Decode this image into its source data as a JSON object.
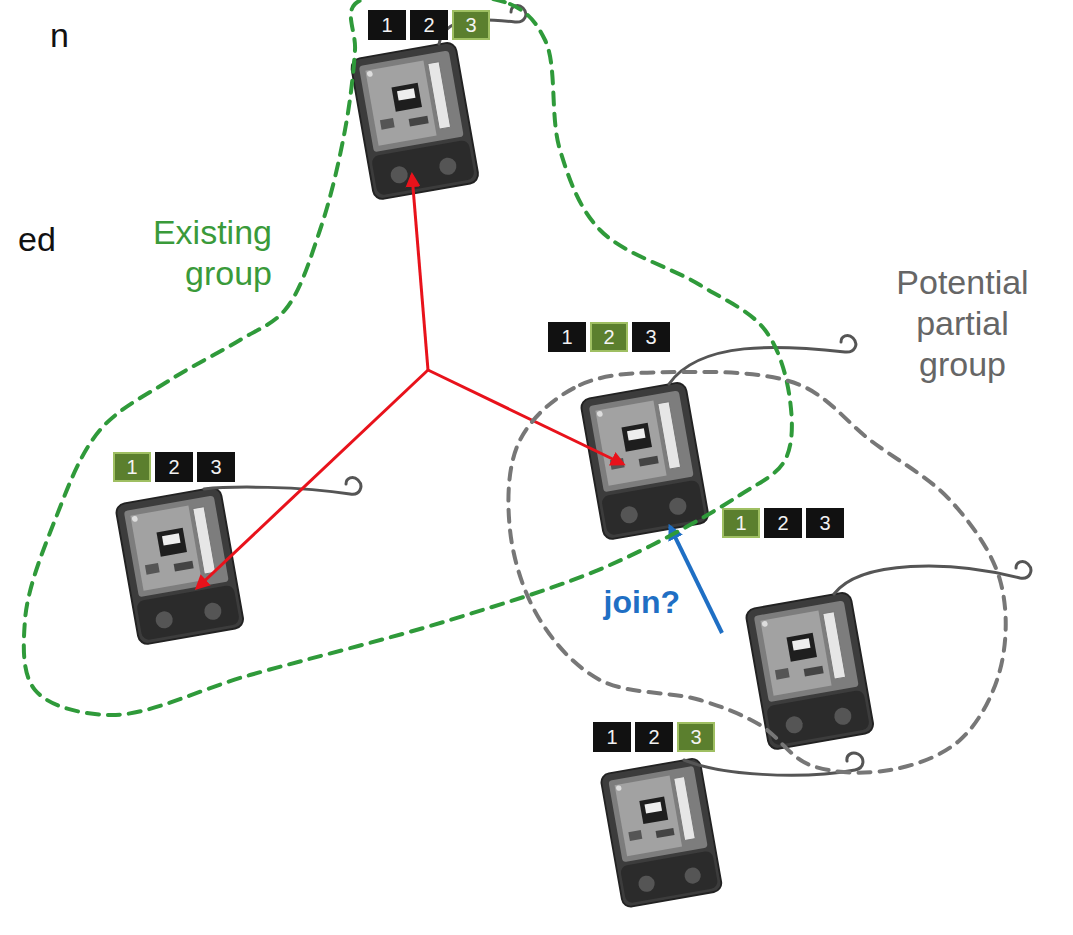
{
  "diagram": {
    "nodes": [
      {
        "text": [
          "Existing group"
        ]
      },
      {
        "text": [
          "1",
          "2",
          "3"
        ],
        "in": 0
      },
      {
        "text": [
          "1",
          "2",
          "3"
        ],
        "in": 0
      },
      {
        "text": [
          "1",
          "2",
          "3"
        ],
        "in": 0
      },
      {
        "text": [
          "Potential partial group"
        ]
      },
      {
        "text": [
          "1",
          "2",
          "3"
        ],
        "in": 4
      },
      {
        "text": [
          "1",
          "2",
          "3"
        ]
      }
    ],
    "edges": [
      {
        "from": 5,
        "to": 3,
        "arrow": "to",
        "label": "join?"
      }
    ],
    "labels": [
      "n",
      "ed"
    ]
  }
}
